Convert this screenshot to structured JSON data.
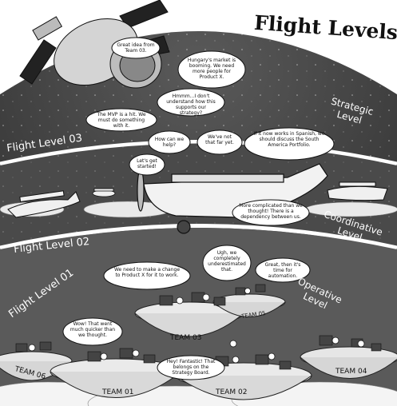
{
  "title": "Flight Levels",
  "levels": {
    "level3": "Flight Level 03",
    "level2": "Flight Level 02",
    "level1": "Flight Level 01",
    "strategic": "Strategic\nLevel",
    "coordinative": "Coordinative\nLevel",
    "operative": "Operative\nLevel"
  },
  "teams": {
    "team01": "TEAM 01",
    "team02": "TEAM 02",
    "team03": "TEAM 03",
    "team04": "TEAM 04",
    "team05": "TEAM 05",
    "team06": "TEAM 06"
  },
  "bubbles": {
    "great_idea": "Great idea from Team 03.",
    "hungary_market": "Hungary's market is booming. We need more people for Product X.",
    "hmm": "Hmmm...I don't understand how this supports our strategy?",
    "mvp": "The MVP is a hit. We must do something with it.",
    "how_help": "How can we help?",
    "not_far": "We've not that far yet.",
    "spanish": "If it now works in Spanish, we should discuss the South America Portfolio.",
    "lets_start": "Let's get started!",
    "more_complicated": "More complicated than we thought! There is a dependency between us.",
    "change_product": "We need to make a change to Product X for it to work.",
    "underestimated": "Ugh, we completely underestimated that.",
    "automation": "Great, then it's time for automation.",
    "quicker": "Wow! That went much quicker than we thought.",
    "fantastic": "Hey! Fantastic! That belongs on the Strategy Board."
  },
  "colors": {
    "sky": "#3d3d3d",
    "cloud": "#f2f2f2",
    "ink": "#111111"
  }
}
